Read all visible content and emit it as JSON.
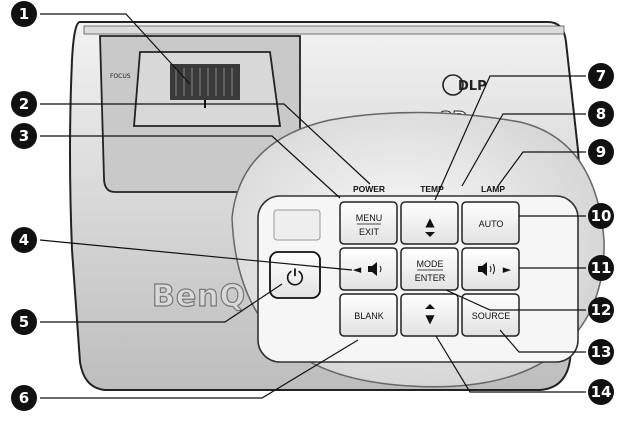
{
  "brand": "BenQ",
  "indicator_labels": {
    "power": "POWER",
    "temp": "TEMP",
    "lamp": "LAMP"
  },
  "buttons": {
    "menu_exit": [
      "MENU",
      "EXIT"
    ],
    "up": "▲",
    "auto": "AUTO",
    "left": "◄",
    "mode_enter": [
      "MODE",
      "ENTER"
    ],
    "right": "►",
    "blank": "BLANK",
    "down": "▼",
    "source": "SOURCE",
    "power_symbol": "⏻"
  },
  "top_marks": {
    "focus": "FOCUS",
    "dlp": "DLP",
    "three_d": "3D"
  },
  "callouts": [
    "1",
    "2",
    "3",
    "4",
    "5",
    "6",
    "7",
    "8",
    "9",
    "10",
    "11",
    "12",
    "13",
    "14"
  ]
}
